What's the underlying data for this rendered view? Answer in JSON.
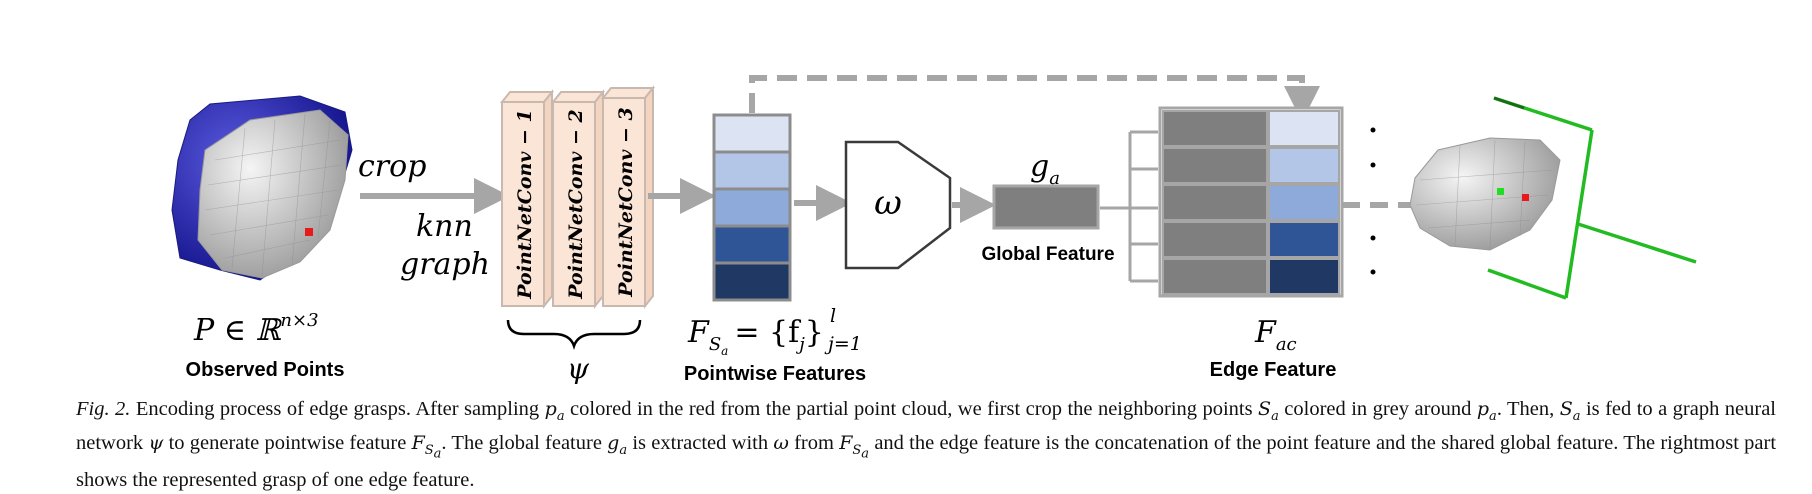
{
  "diagram": {
    "observed": {
      "math": "P ∈ ℝ",
      "math_sup": "n×3",
      "label": "Observed Points"
    },
    "arrow_labels": {
      "crop": "crop",
      "knn": "knn",
      "graph": "graph"
    },
    "conv_blocks": [
      "PointNetConv − 1",
      "PointNetConv − 2",
      "PointNetConv − 3"
    ],
    "psi": "ψ",
    "pointwise": {
      "math_F": "F",
      "math_sub": "S",
      "math_subsub": "a",
      "math_rest": "= {f",
      "math_j": "j",
      "math_close": "}",
      "math_sup": "l",
      "math_lower": "j=1",
      "label": "Pointwise Features"
    },
    "omega": "ω",
    "global": {
      "math_g": "g",
      "math_sub": "a",
      "label": "Global Feature"
    },
    "edge": {
      "math_F": "F",
      "math_sub": "ac",
      "label": "Edge Feature"
    },
    "colors": {
      "stack": [
        "#dce4f4",
        "#b4c6e7",
        "#8eaadb",
        "#2f5597",
        "#203864"
      ],
      "grey_block": "#7f7f7f",
      "arrow": "#a6a6a6",
      "conv_front": "#fbe5d6",
      "conv_edge": "#c9b8ad",
      "points_blue": "#2a2aa8",
      "points_grey": "#bdbdbd",
      "gripper": "#22bb22",
      "point_red": "#e8191a"
    }
  },
  "caption": {
    "fig_label": "Fig. 2.",
    "p1": "Encoding process of edge grasps. After sampling",
    "m_pa1": "p",
    "m_pa1_sub": "a",
    "p2": "colored in the red from the partial point cloud, we first crop the neighboring points",
    "m_sa1": "S",
    "m_sa1_sub": "a",
    "p3": "colored in grey around",
    "m_pa2": "p",
    "m_pa2_sub": "a",
    "p4": ". Then,",
    "m_sa2": "S",
    "m_sa2_sub": "a",
    "p5": "is fed to a graph neural network",
    "m_psi": "ψ",
    "p6": "to generate pointwise feature",
    "m_fs1": "F",
    "m_fs1_sub": "S",
    "m_fs1_subsub": "a",
    "p7": ". The global feature",
    "m_ga": "g",
    "m_ga_sub": "a",
    "p8": "is extracted with",
    "m_omega": "ω",
    "p9": "from",
    "m_fs2": "F",
    "m_fs2_sub": "S",
    "m_fs2_subsub": "a",
    "p10": "and the edge feature is the concatenation of the point feature and the shared global feature. The rightmost part shows the represented grasp of one edge feature."
  }
}
